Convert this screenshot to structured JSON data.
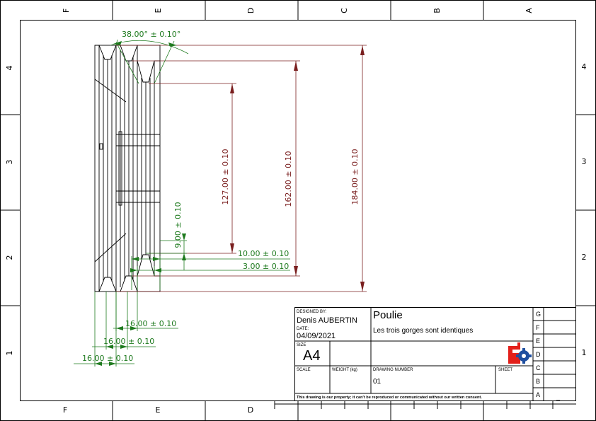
{
  "zones": {
    "top": [
      "F",
      "E",
      "D",
      "C",
      "B",
      "A"
    ],
    "bottom": [
      "F",
      "E",
      "D"
    ],
    "left": [
      "4",
      "3",
      "2",
      "1"
    ],
    "right": [
      "4",
      "3",
      "2",
      "1"
    ]
  },
  "dimensions": {
    "angle": "38.00° ± 0.10°",
    "dia_184": "184.00 ± 0.10",
    "dia_162": "162.00 ± 0.10",
    "dia_127": "127.00 ± 0.10",
    "depth_9": "9.00 ± 0.10",
    "w_10": "10.00 ± 0.10",
    "w_3": "3.00 ± 0.10",
    "w_16a": "16.00 ± 0.10",
    "w_16b": "16.00 ± 0.10",
    "w_16c": "16.00 ± 0.10"
  },
  "title_block": {
    "designed_by_label": "DESIGNED BY:",
    "designed_by": "Denis AUBERTIN",
    "date_label": "DATE:",
    "date": "04/09/2021",
    "size_label": "SIZE",
    "size": "A4",
    "title": "Poulie",
    "subtitle": "Les trois gorges sont identiques",
    "scale_label": "SCALE",
    "weight_label": "WEIGHT (kg)",
    "drawing_number_label": "DRAWING NUMBER",
    "drawing_number": "01",
    "sheet_label": "SHEET",
    "disclaimer": "This drawing is our property; it can't be reproduced or communicated without our written consent.",
    "revisions": [
      {
        "letter": "G",
        "value": "_"
      },
      {
        "letter": "F",
        "value": "_"
      },
      {
        "letter": "E",
        "value": "_"
      },
      {
        "letter": "D",
        "value": "_"
      },
      {
        "letter": "C",
        "value": "_"
      },
      {
        "letter": "B",
        "value": "_"
      },
      {
        "letter": "A",
        "value": "_"
      }
    ]
  },
  "colors": {
    "dimension_green": "#1e7a1e",
    "dimension_red": "#7a1f1f",
    "logo_red": "#e3201b",
    "logo_blue": "#1f4fa0"
  }
}
